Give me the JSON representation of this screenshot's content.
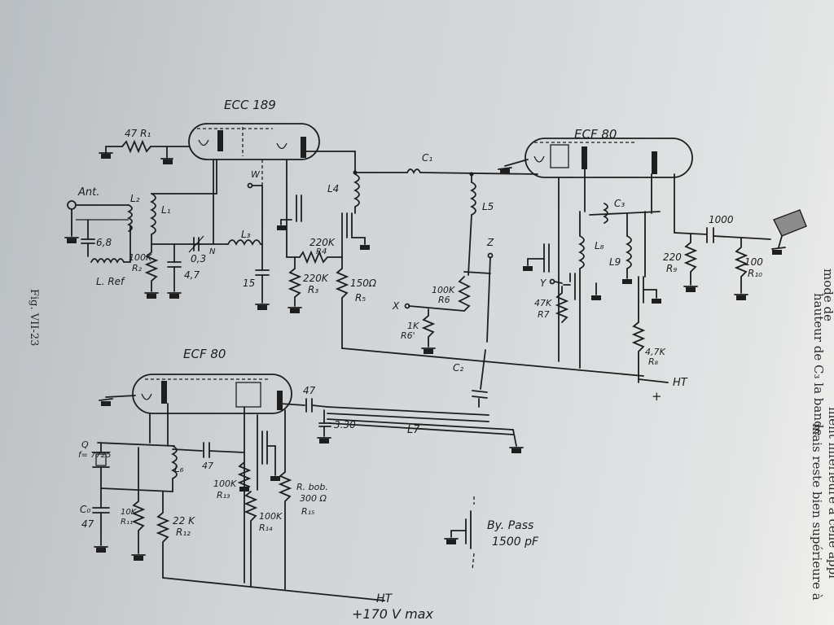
{
  "tubes": {
    "ecc189": "ECC 189",
    "ecf80_top": "ECF 80",
    "ecf80_bottom": "ECF 80"
  },
  "labels": {
    "r1": "47 R₁",
    "ant": "Ant.",
    "l2": "L₂",
    "l1": "L₁",
    "c68": "6,8",
    "lref": "L. Ref",
    "r2_val": "100K",
    "r2": "R₂",
    "c03": "0,3",
    "n": "N",
    "c47a": "4,7",
    "l3": "L₃",
    "w": "W",
    "c15": "15",
    "r4_val": "220K",
    "r4": "R4",
    "r3_val": "220K",
    "r3": "R₃",
    "l4": "L4",
    "r5_val": "150Ω",
    "r5": "R₅",
    "c1": "C₁",
    "l5": "L5",
    "z": "Z",
    "r6_val": "100K",
    "r6": "R6",
    "x": "X",
    "r6p_val": "1K",
    "r6p": "R6'",
    "c2": "C₂",
    "c3": "C₃",
    "l8": "L₈",
    "l9": "L9",
    "y": "Y",
    "r7_val": "47K",
    "r7": "R7",
    "r8_val": "4,7K",
    "r8": "R₈",
    "ht_top": "HT",
    "plus": "+",
    "c1000": "1000",
    "r9_val": "220",
    "r9": "R₉",
    "r10_val": "100",
    "r10": "R₁₀",
    "c47b": "47",
    "c330": "3.30",
    "l7": "L7",
    "q": "Q",
    "f": "f= 7725",
    "c0": "C₀",
    "c0_val": "47",
    "l6": "L₆",
    "c47c": "47",
    "r11_val": "10K",
    "r11": "R₁₁",
    "r12_val": "22 K",
    "r12": "R₁₂",
    "r13_val": "100K",
    "r13": "R₁₃",
    "r14_val": "100K",
    "r14": "R₁₄",
    "r15a": "R. bob.",
    "r15b": "300 Ω",
    "r15": "R₁₅",
    "bypass": "By. Pass",
    "bypass_val": "1500 pF",
    "ht_bottom_1": "HT",
    "ht_bottom_2": "+170 V max"
  },
  "caption": "Fig. VII-23",
  "side_text": {
    "l1": "hauteur de C₃ la bande",
    "l2": "ment inférieure à celle appl",
    "l3": "mais reste bien supérieure à",
    "l4": "mode de"
  }
}
